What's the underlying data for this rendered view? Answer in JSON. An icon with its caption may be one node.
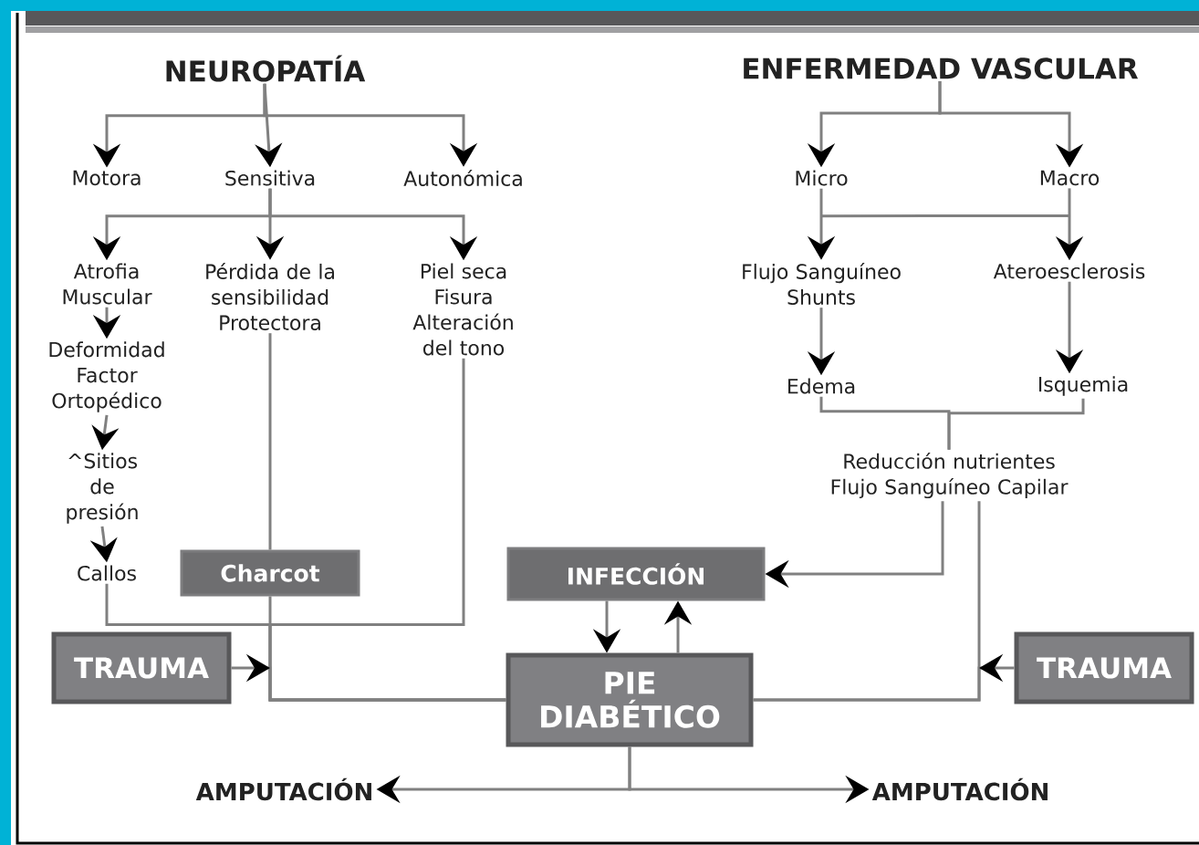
{
  "diagram": {
    "nodes": [
      {
        "text": [
          "NEUROPATÍA"
        ]
      },
      {
        "text": [
          "ENFERMEDAD VASCULAR"
        ]
      },
      {
        "text": [
          "Motora"
        ]
      },
      {
        "text": [
          "Sensitiva"
        ]
      },
      {
        "text": [
          "Autonómica"
        ]
      },
      {
        "text": [
          "Micro"
        ]
      },
      {
        "text": [
          "Macro"
        ]
      },
      {
        "text": [
          "Atrofia Muscular"
        ]
      },
      {
        "text": [
          "Pérdida de la sensibilidad Protectora"
        ]
      },
      {
        "text": [
          "Piel seca Fisura Alteración del tono"
        ]
      },
      {
        "text": [
          "Flujo Sanguíneo Shunts"
        ]
      },
      {
        "text": [
          "Ateroesclerosis"
        ]
      },
      {
        "text": [
          "Deformidad Factor Ortopédico"
        ]
      },
      {
        "text": [
          "Edema"
        ]
      },
      {
        "text": [
          "Isquemia"
        ]
      },
      {
        "text": [
          "^Sitios de presión"
        ]
      },
      {
        "text": [
          "Reducción nutrientes Flujo Sanguíneo Capilar"
        ]
      },
      {
        "text": [
          "Callos"
        ]
      },
      {
        "text": [
          "Charcot"
        ]
      },
      {
        "text": [
          "INFECCIÓN"
        ]
      },
      {
        "text": [
          "TRAUMA"
        ]
      },
      {
        "text": [
          "TRAUMA"
        ]
      },
      {
        "text": [
          "PIE DIABÉTICO"
        ]
      },
      {
        "text": [
          "AMPUTACIÓN"
        ]
      },
      {
        "text": [
          "AMPUTACIÓN"
        ]
      }
    ],
    "edges": [
      {
        "from": 0,
        "to": 2,
        "arrow": "to"
      },
      {
        "from": 0,
        "to": 3,
        "arrow": "to"
      },
      {
        "from": 0,
        "to": 4,
        "arrow": "to"
      },
      {
        "from": 3,
        "to": 7,
        "arrow": "to"
      },
      {
        "from": 3,
        "to": 8,
        "arrow": "to"
      },
      {
        "from": 3,
        "to": 9,
        "arrow": "to"
      },
      {
        "from": 1,
        "to": 5,
        "arrow": "to"
      },
      {
        "from": 1,
        "to": 6,
        "arrow": "to"
      },
      {
        "from": 5,
        "to": 10,
        "arrow": "to"
      },
      {
        "from": 6,
        "to": 11,
        "arrow": "to"
      },
      {
        "from": 7,
        "to": 12,
        "arrow": "to"
      },
      {
        "from": 12,
        "to": 15,
        "arrow": "to"
      },
      {
        "from": 15,
        "to": 17,
        "arrow": "to"
      },
      {
        "from": 10,
        "to": 13,
        "arrow": "to"
      },
      {
        "from": 11,
        "to": 14,
        "arrow": "to"
      },
      {
        "from": 13,
        "to": 16,
        "arrow": "none"
      },
      {
        "from": 14,
        "to": 16,
        "arrow": "none"
      },
      {
        "from": 16,
        "to": 19,
        "arrow": "to"
      },
      {
        "from": 16,
        "to": 22,
        "arrow": "none"
      },
      {
        "from": 21,
        "to": 22,
        "arrow": "to"
      },
      {
        "from": 8,
        "to": 18,
        "arrow": "none"
      },
      {
        "from": 18,
        "to": 22,
        "arrow": "none"
      },
      {
        "from": 17,
        "to": 22,
        "arrow": "none"
      },
      {
        "from": 9,
        "to": 22,
        "arrow": "none"
      },
      {
        "from": 20,
        "to": 22,
        "arrow": "to"
      },
      {
        "from": 19,
        "to": 22,
        "arrow": "to"
      },
      {
        "from": 22,
        "to": 19,
        "arrow": "to"
      },
      {
        "from": 22,
        "to": 23,
        "arrow": "to"
      },
      {
        "from": 22,
        "to": 24,
        "arrow": "to"
      }
    ]
  }
}
